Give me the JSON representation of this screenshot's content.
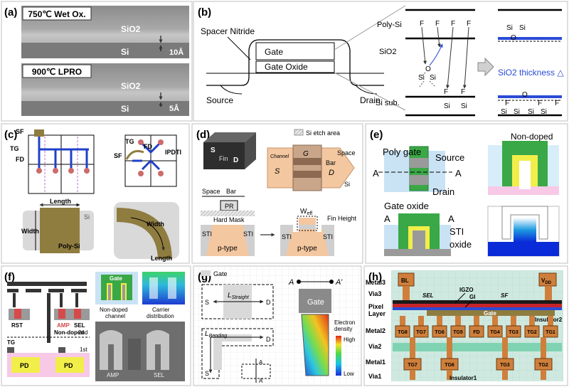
{
  "panels": {
    "a": {
      "letter": "(a)",
      "top_title": "750℃ Wet Ox.",
      "bottom_title": "900℃ LPRO",
      "sio2": "SiO2",
      "si": "Si",
      "top_thickness": "10Å",
      "bottom_thickness": "5Å"
    },
    "b": {
      "letter": "(b)",
      "spacer": "Spacer Nitride",
      "gate": "Gate",
      "gate_oxide": "Gate Oxide",
      "source": "Source",
      "drain": "Drain",
      "poly": "Poly-Si",
      "sio2": "SiO2",
      "sisub": "Si sub.",
      "f": "F",
      "o": "O",
      "si": "Si",
      "thickness": "SiO2 thickness △"
    },
    "c": {
      "letter": "(c)",
      "sf": "SF",
      "tg": "TG",
      "fd": "FD",
      "ipdti": "IPDTI",
      "length": "Length",
      "width": "Width",
      "si": "Si",
      "polysi": "Poly-Si"
    },
    "d": {
      "letter": "(d)",
      "s": "S",
      "d": "D",
      "fin": "Fin",
      "etch": "Si etch area",
      "g": "G",
      "channel": "Channel",
      "bar": "Bar",
      "space": "Space",
      "si": "Si",
      "pr": "PR",
      "hardmask": "Hard Mask",
      "sti": "STI",
      "ptype": "p-type",
      "weff": "W",
      "weff_sub": "eff",
      "finheight": "Fin Height"
    },
    "e": {
      "letter": "(e)",
      "nondoped": "Non-doped",
      "polygate": "Poly gate",
      "source": "Source",
      "drain": "Drain",
      "a": "A",
      "gateoxide": "Gate oxide",
      "sti": "STI",
      "oxide": "oxide"
    },
    "f": {
      "letter": "(f)",
      "gate": "Gate",
      "rst": "RST",
      "amp": "AMP",
      "sel": "SEL",
      "second": "2nd",
      "first": "1st",
      "tg": "TG",
      "nondoped": "Non-doped",
      "pd": "PD",
      "nondoped_channel_1": "Non-doped",
      "nondoped_channel_2": "channel",
      "carrier_1": "Carrier",
      "carrier_2": "distribution",
      "sem_amp": "AMP",
      "sem_sel": "SEL"
    },
    "g": {
      "letter": "(g)",
      "legend": "Gate",
      "s": "S",
      "d": "D",
      "l_main": "L",
      "l_straight_sub": "Straight",
      "l_bending_sub": "Bending",
      "a": "A",
      "a_prime": "A’",
      "gate_box": "Gate",
      "density_1": "Electron",
      "density_2": "density",
      "high": "High",
      "low": "Low"
    },
    "h": {
      "letter": "(h)",
      "metal3": "Metal3",
      "via3": "Via3",
      "pixel": "Pixel",
      "layer": "Layer",
      "metal2": "Metal2",
      "via2": "Via2",
      "metal1": "Metal1",
      "via1": "Via1",
      "bl": "BL",
      "vdd": "V",
      "vdd_sub": "DD",
      "sel": "SEL",
      "igzo": "IGZO",
      "gi": "GI",
      "sf": "SF",
      "gate": "Gate",
      "insulator2": "Insulator2",
      "insulator1": "Insulator1",
      "m2": [
        "TG8",
        "TG7",
        "TG6",
        "TG5",
        "FD",
        "TG4",
        "TG3",
        "TG2",
        "TG1"
      ],
      "m1": [
        "TG7",
        "TG6",
        "TG3",
        "TG2"
      ]
    }
  },
  "colors": {
    "panel_border": "#bfbfbf",
    "tem_dark": "#6e6e6e",
    "tem_light": "#b4b4b4",
    "orange": "#f3c7a0",
    "green": "#4cb848",
    "blue_box": "#c9e3f5",
    "pink": "#f7c9e6",
    "bronze": "#cf7f3b",
    "olive": "#8f7d40",
    "metal_dark": "#333333"
  }
}
